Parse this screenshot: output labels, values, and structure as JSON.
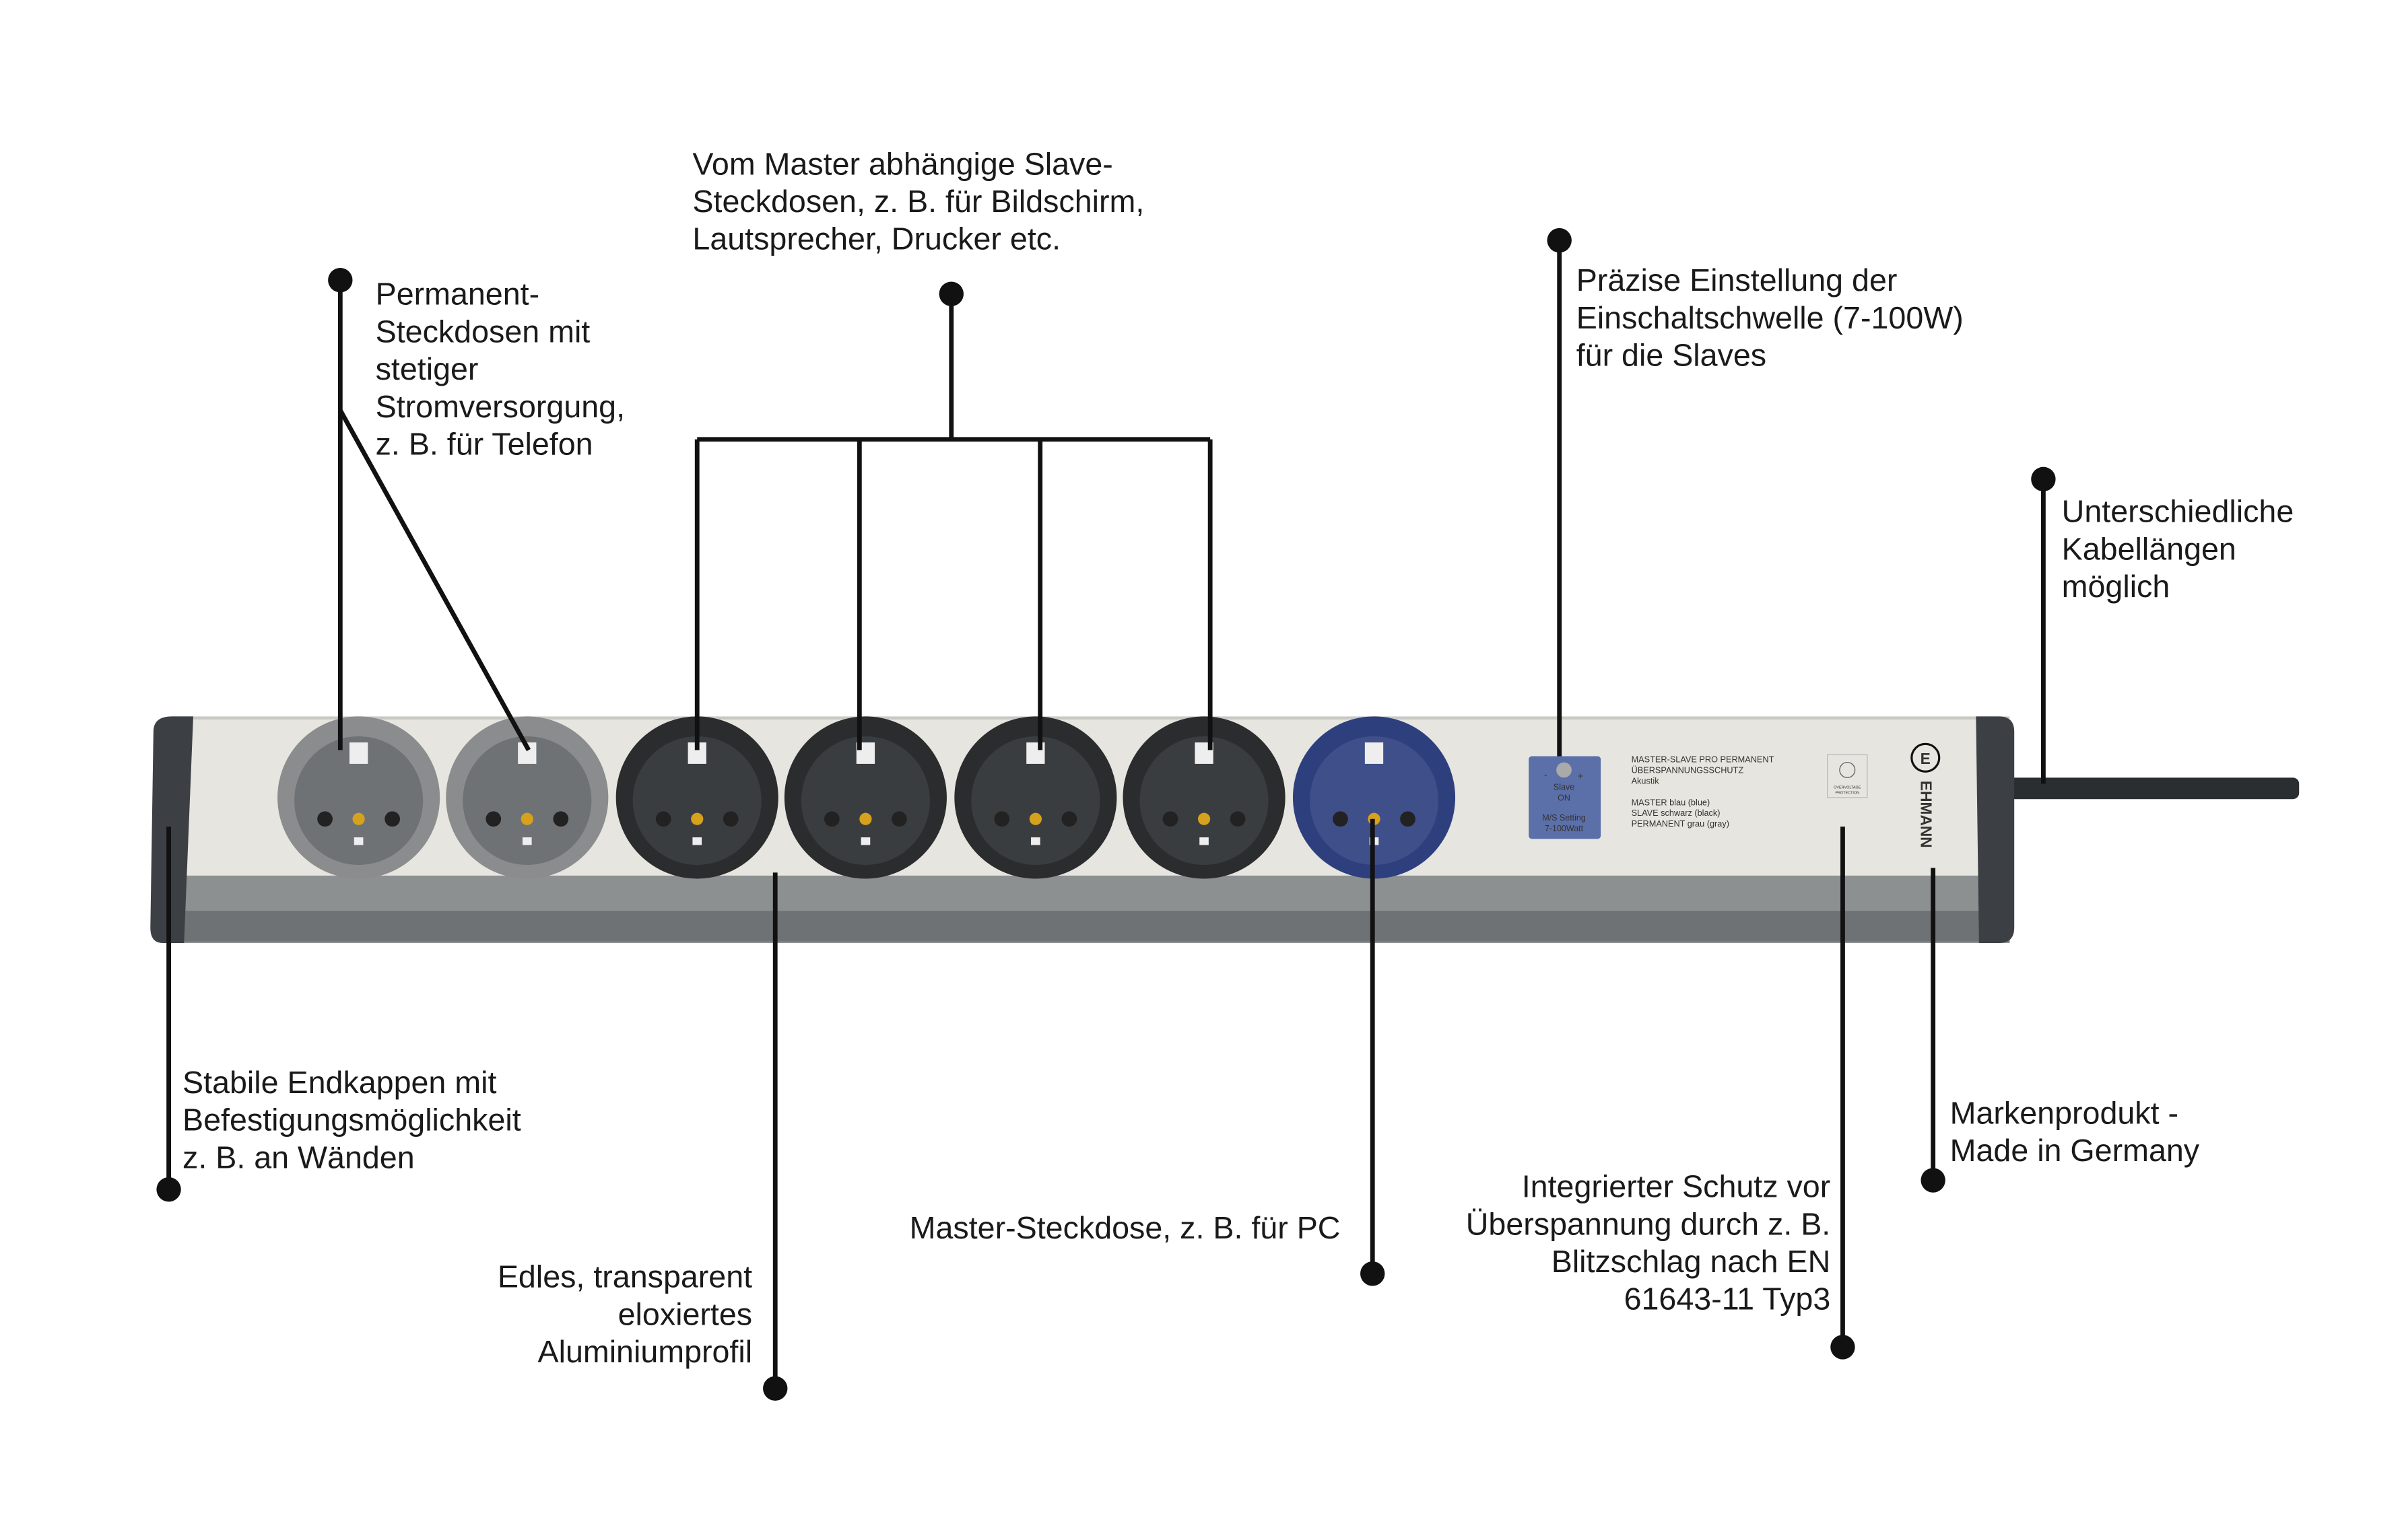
{
  "annotations": {
    "permanent": [
      "Permanent-",
      "Steckdosen mit",
      "stetiger",
      "Stromversorgung,",
      "z. B. für Telefon"
    ],
    "slave": [
      "Vom Master abhängige Slave-",
      "Steckdosen, z. B. für Bildschirm,",
      "Lautsprecher, Drucker etc."
    ],
    "threshold": [
      "Präzise Einstellung der",
      "Einschaltschwelle (7-100W)",
      "für die Slaves"
    ],
    "cable": [
      "Unterschiedliche",
      "Kabellängen",
      "möglich"
    ],
    "endcaps": [
      "Stabile Endkappen mit",
      "Befestigungsmöglichkeit",
      "z. B. an Wänden"
    ],
    "profile": [
      "Edles, transparent",
      "eloxiertes",
      "Aluminiumprofil"
    ],
    "master": [
      "Master-Steckdose, z. B. für PC"
    ],
    "surge": [
      "Integrierter Schutz vor",
      "Überspannung durch z. B.",
      "Blitzschlag nach EN",
      "61643-11 Typ3"
    ],
    "brand": [
      "Markenprodukt -",
      "Made in Germany"
    ]
  },
  "product": {
    "dial": {
      "minus": "-",
      "plus": "+",
      "line1": "Slave",
      "line2": "ON",
      "line3": "M/S Setting",
      "line4": "7-100Watt"
    },
    "label": [
      "MASTER-SLAVE PRO PERMANENT",
      "ÜBERSPANNUNGSSCHUTZ",
      "Akustik",
      "MASTER blau (blue)",
      "SLAVE schwarz (black)",
      "PERMANENT grau (gray)"
    ],
    "badge": [
      "OVERVOLTAGE",
      "PROTECTION"
    ],
    "brand": "EHMANN",
    "sockets": [
      "gray",
      "gray",
      "black",
      "black",
      "black",
      "black",
      "blue"
    ]
  },
  "colors": {
    "gray": "#8a8c8e",
    "black": "#2a2c2e",
    "blue": "#2e3f7e",
    "profile": "#dcdcd6",
    "endcap": "#3c4044",
    "dial": "#5b6fa8"
  }
}
